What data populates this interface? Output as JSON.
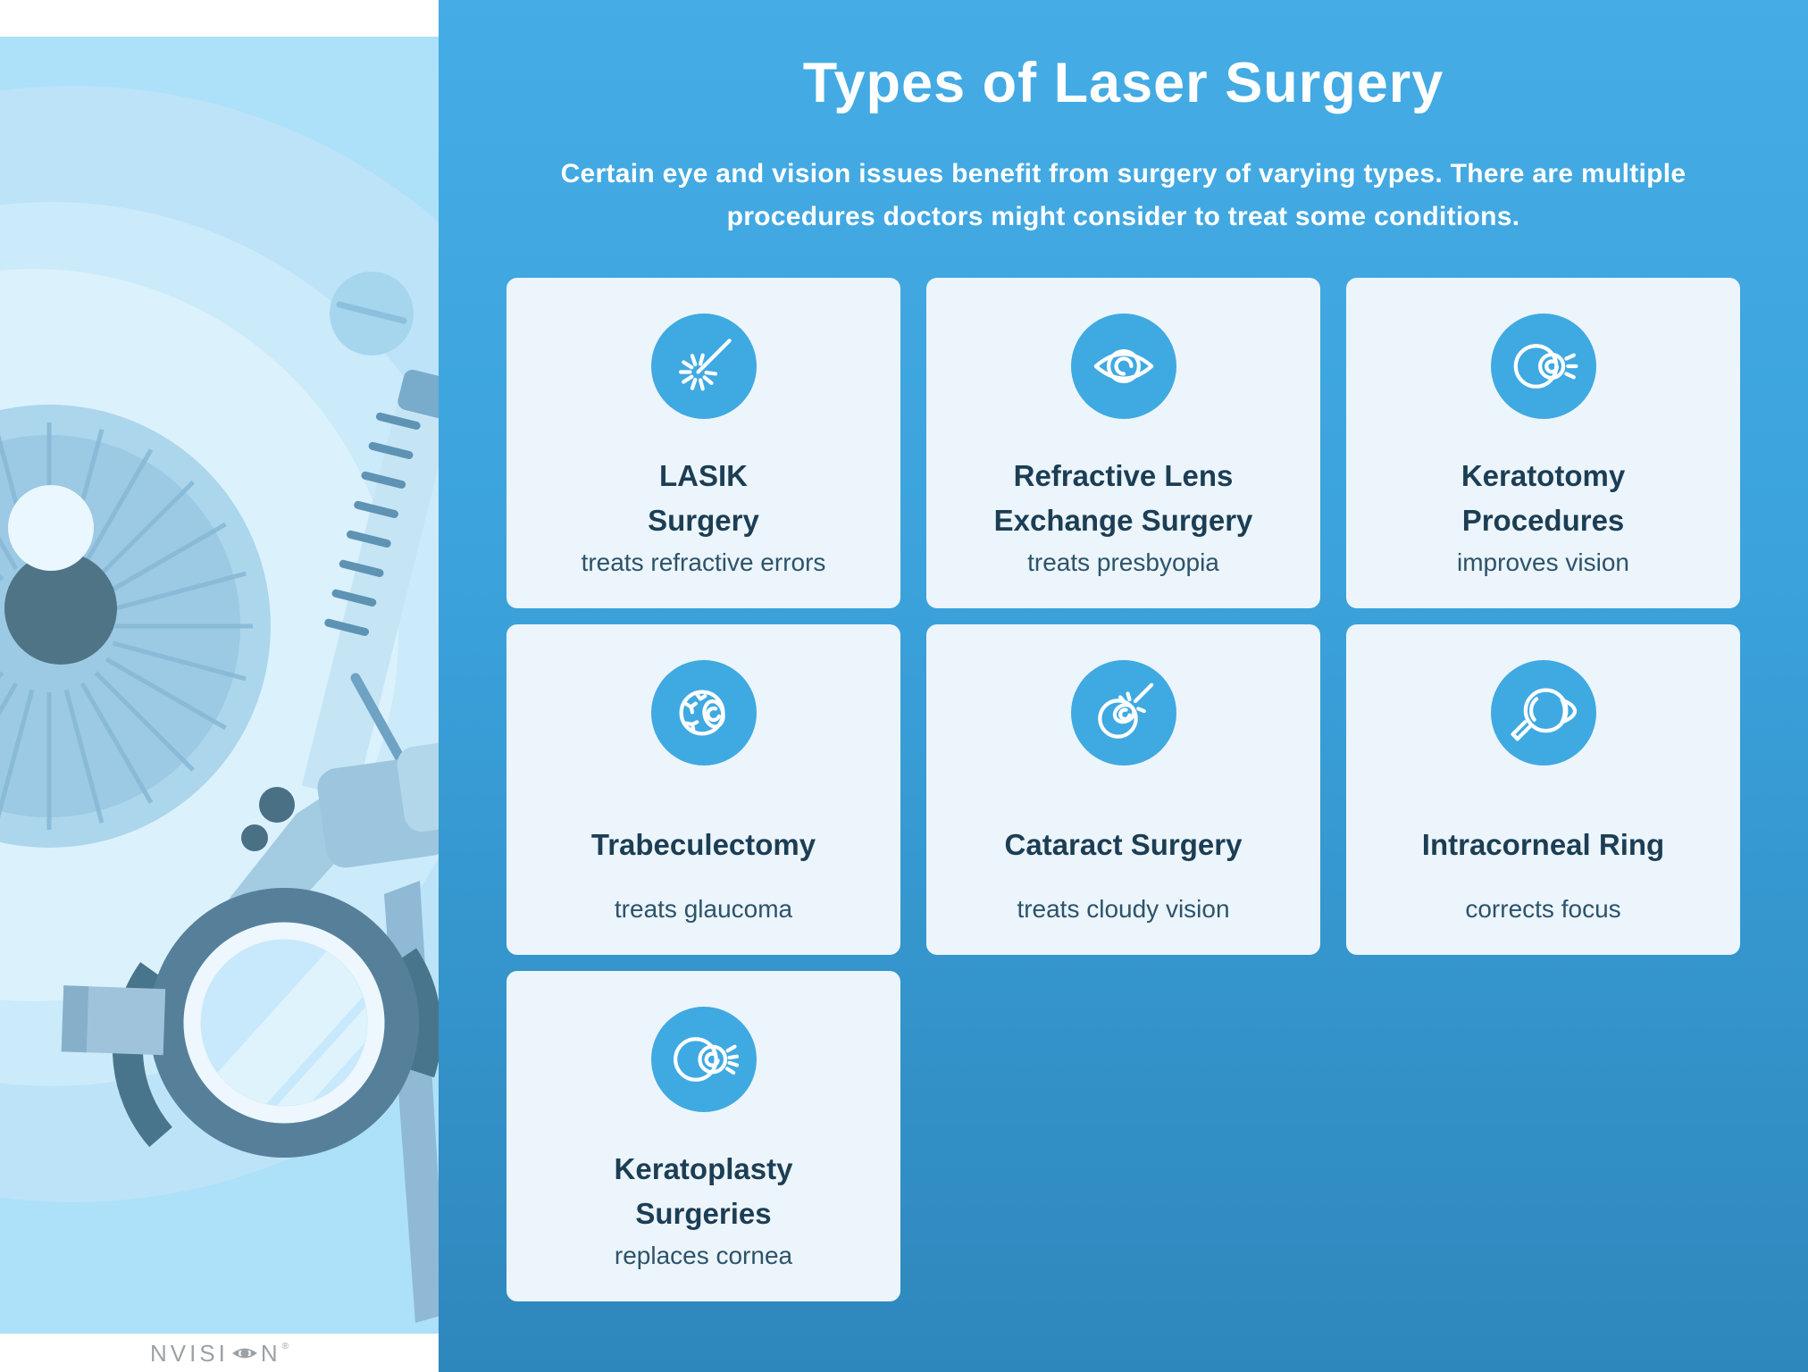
{
  "header": {
    "title": "Types of Laser Surgery",
    "subtitle": "Certain eye and vision issues benefit from surgery of varying types. There are multiple procedures doctors might consider to treat some conditions."
  },
  "cards": [
    {
      "icon": "laser-beam-icon",
      "title_line1": "LASIK",
      "title_line2": "Surgery",
      "subtitle": "treats refractive errors"
    },
    {
      "icon": "eye-outline-icon",
      "title_line1": "Refractive Lens",
      "title_line2": "Exchange Surgery",
      "subtitle": "treats presbyopia"
    },
    {
      "icon": "eyeball-light-rays-icon",
      "title_line1": "Keratotomy",
      "title_line2": "Procedures",
      "subtitle": "improves vision"
    },
    {
      "icon": "bloodshot-eyeball-icon",
      "title_line1": "Trabeculectomy",
      "subtitle": "treats glaucoma"
    },
    {
      "icon": "eyeball-laser-icon",
      "title_line1": "Cataract Surgery",
      "subtitle": "treats cloudy vision"
    },
    {
      "icon": "eye-magnifier-icon",
      "title_line1": "Intracorneal Ring",
      "subtitle": "corrects focus"
    },
    {
      "icon": "cornea-light-rays-icon",
      "title_line1": "Keratoplasty",
      "title_line2": "Surgeries",
      "subtitle": "replaces cornea"
    }
  ],
  "footer": {
    "logo_prefix": "NVISI",
    "logo_suffix": "N",
    "registered_mark": "®"
  },
  "colors": {
    "panel_gradient_top": "#45ACE5",
    "panel_gradient_bottom": "#2E87BC",
    "card_background": "#ECF5FB",
    "icon_circle": "#3FA9E2",
    "card_title_text": "#1C3E55",
    "card_subtitle_text": "#2C536B",
    "heading_text": "#FFFFFF",
    "illustration_background": "#ADE0F9",
    "logo_gray": "#9BA1A6"
  }
}
